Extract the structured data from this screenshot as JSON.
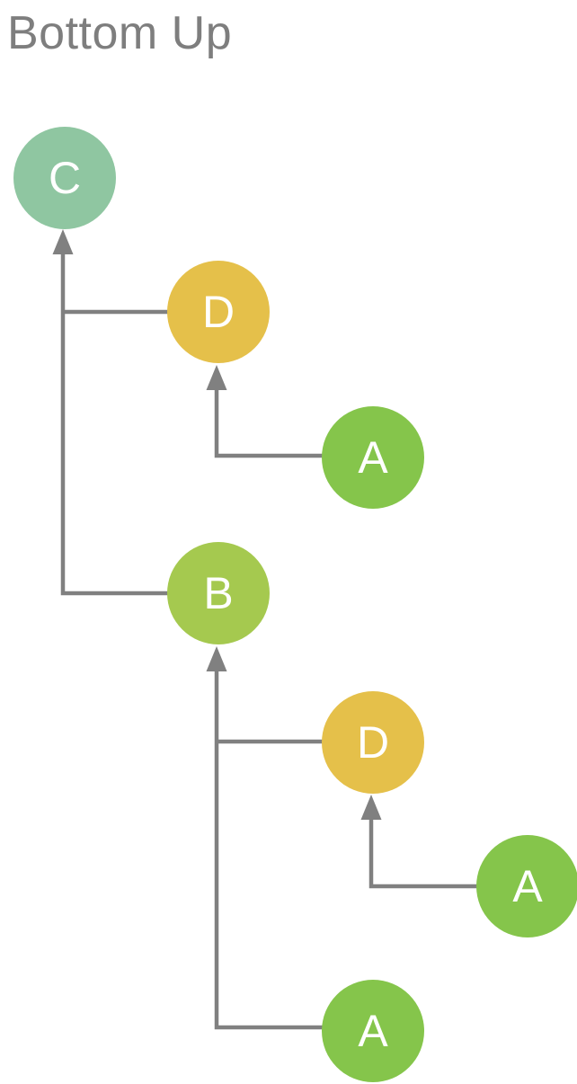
{
  "title": "Bottom Up",
  "colors": {
    "title_text": "#7E7E7E",
    "connector": "#808080",
    "node_c": "#8FC6A1",
    "node_d": "#E5C04A",
    "node_b": "#A5C94F",
    "node_a": "#85C54B",
    "node_label": "#FFFFFF",
    "background": "#FFFFFF"
  },
  "nodes": {
    "c": {
      "label": "C"
    },
    "d1": {
      "label": "D"
    },
    "a1": {
      "label": "A"
    },
    "b": {
      "label": "B"
    },
    "d2": {
      "label": "D"
    },
    "a2": {
      "label": "A"
    },
    "a3": {
      "label": "A"
    }
  },
  "edges": [
    {
      "from": "D (upper)",
      "to": "C"
    },
    {
      "from": "B",
      "to": "C"
    },
    {
      "from": "A (upper)",
      "to": "D (upper)"
    },
    {
      "from": "D (lower)",
      "to": "B"
    },
    {
      "from": "A (bottom)",
      "to": "B"
    },
    {
      "from": "A (right)",
      "to": "D (lower)"
    }
  ]
}
